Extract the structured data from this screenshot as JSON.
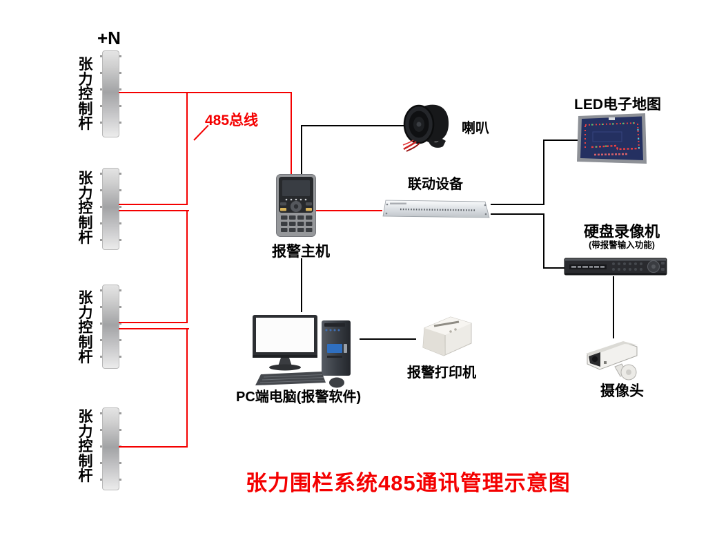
{
  "title": {
    "text": "张力围栏系统485通讯管理示意图",
    "color": "#ff0000"
  },
  "annotations": {
    "polarity": "+N",
    "bus_label": "485总线"
  },
  "colors": {
    "bus_line": "#ff0000",
    "signal_line": "#000000",
    "label_text": "#000000"
  },
  "poles": [
    {
      "label": "张力控制杆"
    },
    {
      "label": "张力控制杆"
    },
    {
      "label": "张力控制杆"
    },
    {
      "label": "张力控制杆"
    }
  ],
  "devices": {
    "alarm_host": {
      "label": "报警主机"
    },
    "speaker": {
      "label": "喇叭"
    },
    "linkage": {
      "label": "联动设备"
    },
    "led_map": {
      "label": "LED电子地图"
    },
    "dvr": {
      "label": "硬盘录像机",
      "sublabel": "(带报警输入功能)"
    },
    "printer": {
      "label": "报警打印机"
    },
    "pc": {
      "label": "PC端电脑(报警软件)"
    },
    "camera": {
      "label": "摄像头"
    }
  }
}
